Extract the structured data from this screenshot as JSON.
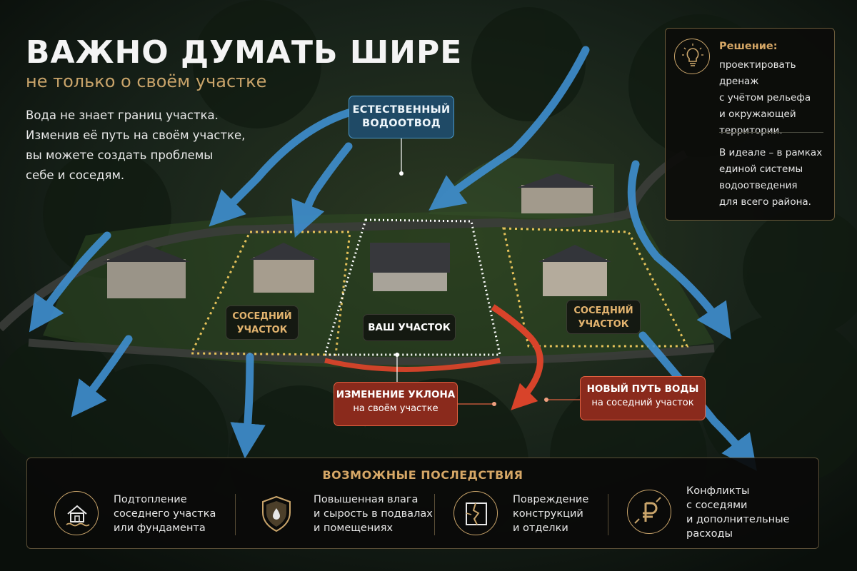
{
  "header": {
    "title": "ВАЖНО ДУМАТЬ ШИРЕ",
    "subtitle": "не только о своём участке",
    "intro_lines": [
      "Вода не знает границ участка.",
      "Изменив её путь на своём участке,",
      "вы можете создать проблемы",
      "себе и соседям."
    ]
  },
  "map": {
    "natural_drain": [
      "ЕСТЕСТВЕННЫЙ",
      "ВОДООТВОД"
    ],
    "neighbor_left": [
      "СОСЕДНИЙ",
      "УЧАСТОК"
    ],
    "neighbor_right": [
      "СОСЕДНИЙ",
      "УЧАСТОК"
    ],
    "your_plot": "ВАШ УЧАСТОК",
    "slope_change": [
      "ИЗМЕНЕНИЕ УКЛОНА",
      "на своём участке"
    ],
    "new_water_path": [
      "НОВЫЙ ПУТЬ ВОДЫ",
      "на соседний участок"
    ]
  },
  "solution": {
    "heading": "Решение:",
    "lines": [
      "проектировать дренаж",
      "с учётом рельефа",
      "и окружающей",
      "территории."
    ],
    "lines2": [
      "В идеале – в рамках",
      "единой системы",
      "водоотведения",
      "для всего района."
    ],
    "icon": "lightbulb-icon"
  },
  "consequences": {
    "title": "ВОЗМОЖНЫЕ ПОСЛЕДСТВИЯ",
    "items": [
      {
        "icon": "flooded-house-icon",
        "lines": [
          "Подтопление",
          "соседнего участка",
          "или фундамента"
        ]
      },
      {
        "icon": "damp-shield-icon",
        "lines": [
          "Повышенная влага",
          "и сырость в подвалах",
          "и помещениях"
        ]
      },
      {
        "icon": "cracked-wall-icon",
        "lines": [
          "Повреждение",
          "конструкций",
          "и отделки"
        ]
      },
      {
        "icon": "ruble-conflict-icon",
        "lines": [
          "Конфликты",
          "с соседями",
          "и дополнительные",
          "расходы"
        ]
      }
    ]
  },
  "colors": {
    "accent_gold": "#c9a46a",
    "water_blue": "#3f8fd0",
    "warning_red": "#d8432a",
    "plot_border": "#e6c25a"
  }
}
